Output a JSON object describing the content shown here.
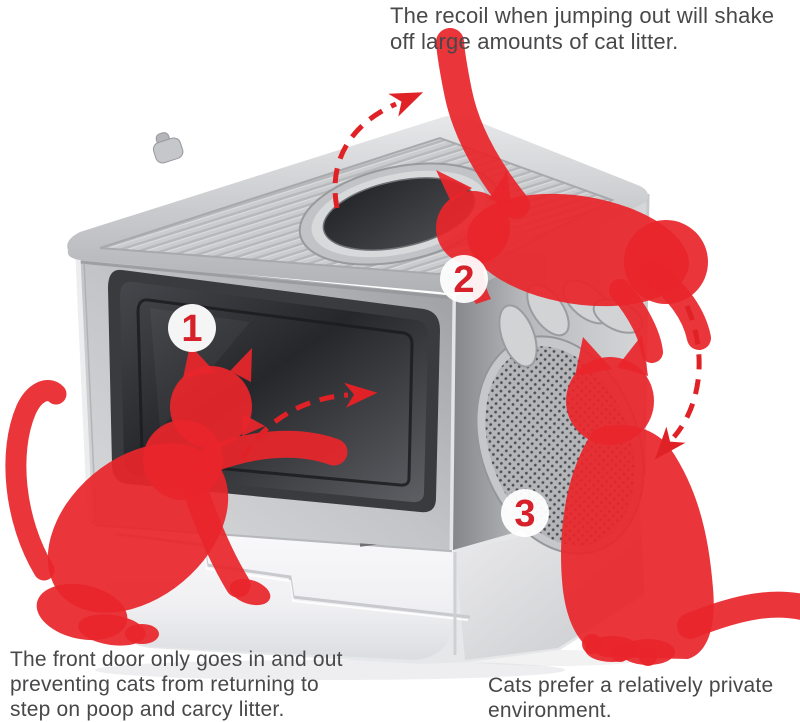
{
  "annotations": {
    "top_right": "The recoil when jumping out will shake\noff large amounts of cat litter.",
    "bottom_left": "The front door only goes in and out\npreventing cats from returning to\nstep on poop and carcy litter.",
    "bottom_right": "Cats prefer a relatively private\n environment."
  },
  "callouts": [
    {
      "number": "1"
    },
    {
      "number": "2"
    },
    {
      "number": "3"
    }
  ],
  "colors": {
    "cat_red": "#e8262b",
    "arrow_red": "#e02227",
    "callout_number_red": "#d6212a",
    "caption_gray": "#48484a",
    "box_gray": "#c3c4c7",
    "window_dark": "#2b2c30",
    "drawer_white": "#f4f4f6"
  }
}
